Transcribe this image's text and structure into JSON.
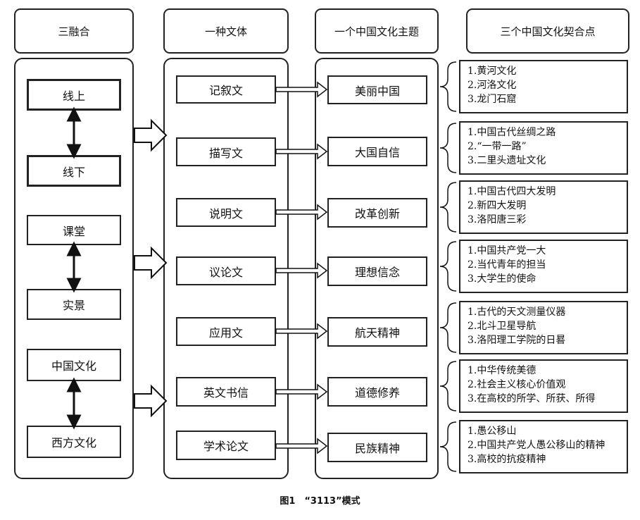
{
  "headers": [
    "三融合",
    "一种文体",
    "一个中国文化主题",
    "三个中国文化契合点"
  ],
  "fusions": [
    {
      "top": "线上",
      "bottom": "线下"
    },
    {
      "top": "课堂",
      "bottom": "实景"
    },
    {
      "top": "中国文化",
      "bottom": "西方文化"
    }
  ],
  "genres": [
    "记叙文",
    "描写文",
    "说明文",
    "议论文",
    "应用文",
    "英文书信",
    "学术论文"
  ],
  "themes": [
    "美丽中国",
    "大国自信",
    "改革创新",
    "理想信念",
    "航天精神",
    "道德修养",
    "民族精神"
  ],
  "points": [
    [
      "1.黄河文化",
      "2.河洛文化",
      "3.龙门石窟"
    ],
    [
      "1.中国古代丝绸之路",
      "2.“一带一路”",
      "3.二里头遗址文化"
    ],
    [
      "1.中国古代四大发明",
      "2.新四大发明",
      "3.洛阳唐三彩"
    ],
    [
      "1.中国共产党一大",
      "2.当代青年的担当",
      "3.大学生的使命"
    ],
    [
      "1.古代的天文测量仪器",
      "2.北斗卫星导航",
      "3.洛阳理工学院的日晷"
    ],
    [
      "1.中华传统美德",
      "2.社会主义核心价值观",
      "3.在高校的所学、所获、所得"
    ],
    [
      "1.愚公移山",
      "2.中国共产党人愚公移山的精神",
      "3.高校的抗疫精神"
    ]
  ],
  "caption": "图1　“3113”模式"
}
